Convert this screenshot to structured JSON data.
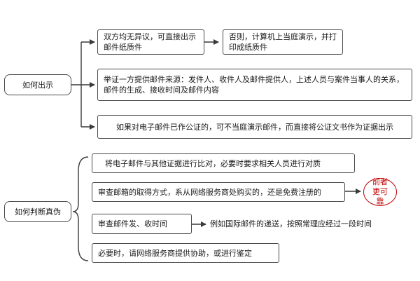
{
  "upper": {
    "root": "如何出示",
    "option_a": "双方均无异议，可直接出示邮件纸质件",
    "option_a_else": "否则，计算机上当庭演示，并打印成纸质件",
    "option_b": "举证一方提供邮件来源：发件人、收件人及邮件提供人，上述人员与案件当事人的关系，邮件的生成、接收时间及邮件内容",
    "option_c": "如果对电子邮件已作公证的，可不当庭演示邮件，而直接将公证文书作为证据出示"
  },
  "lower": {
    "root": "如何判断真伪",
    "method_1": "将电子邮件与其他证据进行比对，必要时要求相关人员进行对质",
    "method_2": "审查邮箱的取得方式，系从网络服务商处购买的，还是免费注册的",
    "method_2_note": "前者更可靠",
    "method_3": "审查邮件发、收时间",
    "method_3_note": "例如国际邮件的递送，按照常理应经过一段时间",
    "method_4": "必要时，请网络服务商提供协助，或进行鉴定"
  },
  "colors": {
    "line": "#3a3a3a",
    "note_oval": "#c00000"
  }
}
